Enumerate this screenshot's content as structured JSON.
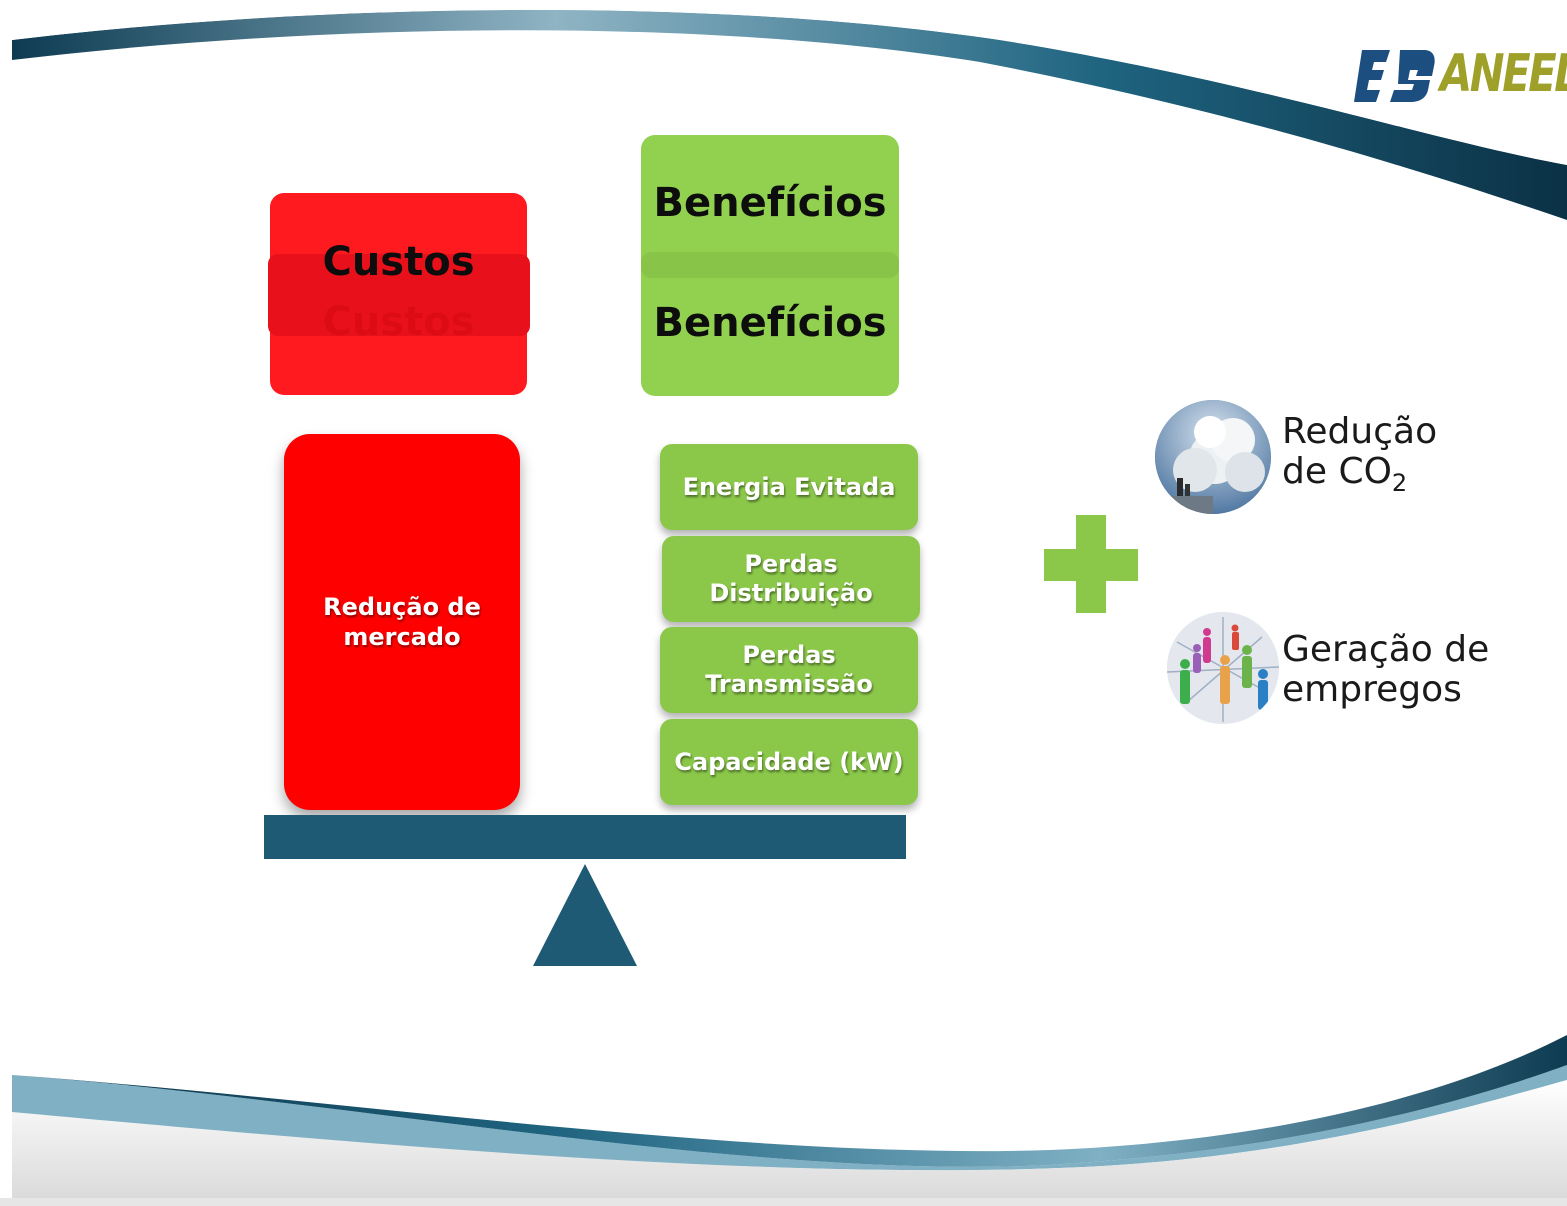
{
  "logo": {
    "text": "ANEEL"
  },
  "header_costs": {
    "label": "Custos",
    "ghost_label": "Custos"
  },
  "header_benefits": {
    "label_top": "Benefícios",
    "label_bottom": "Benefícios"
  },
  "costs": {
    "items": [
      "Redução de mercado"
    ]
  },
  "benefits": {
    "items": [
      "Energia Evitada",
      "Perdas Distribuição",
      "Perdas Transmissão",
      "Capacidade (kW)"
    ]
  },
  "extras": {
    "co2": {
      "line1": "Redução",
      "line2_prefix": "de CO",
      "line2_sub": "2"
    },
    "jobs": {
      "line1": "Geração de",
      "line2": "empregos"
    }
  },
  "colors": {
    "cost_red": "#ff0000",
    "benefit_green": "#92d050",
    "scale_blue": "#1f5a74",
    "plus_green": "#8bc84a",
    "logo_blue": "#1c4e80",
    "logo_olive": "#9ea02a"
  },
  "icons": [
    "plus-icon",
    "factory-smoke-icon",
    "people-network-icon",
    "scale-fulcrum-icon"
  ]
}
